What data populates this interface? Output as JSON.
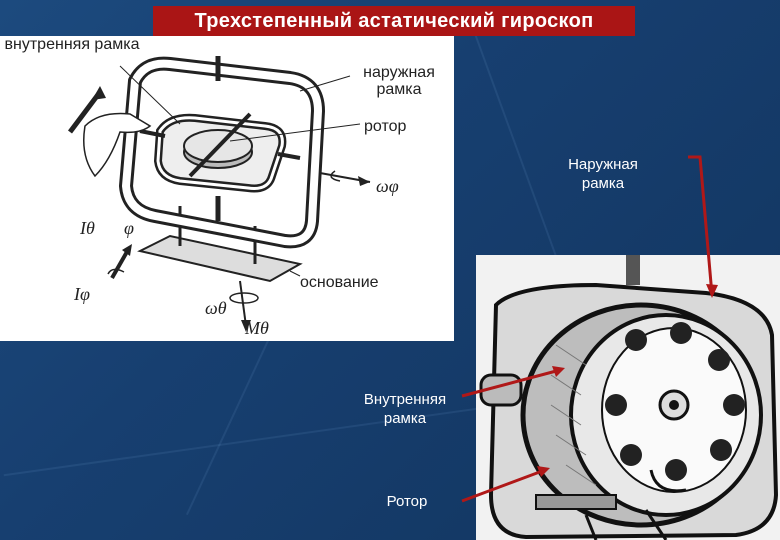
{
  "title": "Трехстепенный астатический гироскоп",
  "diagram": {
    "inner_frame": "внутренняя рамка",
    "outer_frame": "наружная рамка",
    "rotor": "ротор",
    "base": "основание",
    "symbols": {
      "omega_phi": "ωφ",
      "I_theta": "Iθ",
      "phi": "φ",
      "I_phi": "Iφ",
      "omega_theta": "ωθ",
      "M_theta": "Mθ"
    }
  },
  "photo": {
    "outer_frame": "Наружная рамка",
    "inner_frame": "Внутренняя рамка",
    "rotor": "Ротор"
  },
  "colors": {
    "title_bg": "#aa1515",
    "arrow": "#b01818",
    "background": "#173f70"
  }
}
